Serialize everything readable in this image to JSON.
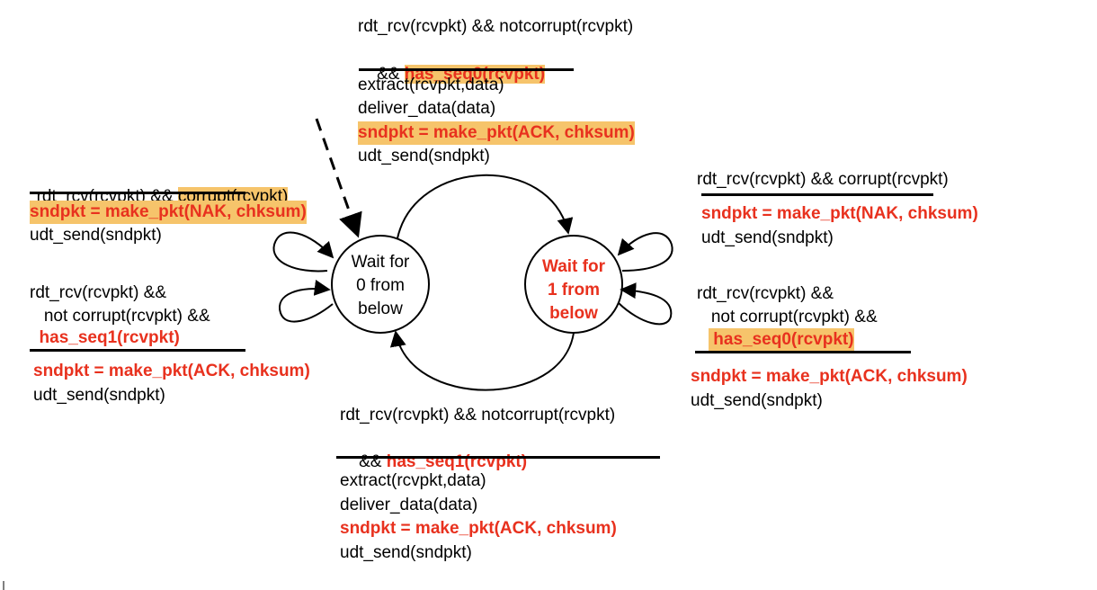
{
  "top": {
    "guard1": "rdt_rcv(rcvpkt) && notcorrupt(rcvpkt)",
    "guard2_prefix": "  && ",
    "guard2_hl": "has_seq0(rcvpkt)",
    "act1": "extract(rcvpkt,data)",
    "act2": "deliver_data(data)",
    "act3": "sndpkt = make_pkt(ACK, chksum)",
    "act4": "udt_send(sndpkt)"
  },
  "left_top": {
    "guard_prefix": "rdt_rcv(rcvpkt) && ",
    "guard_hl": "corrupt(rcvpkt)",
    "act1": "sndpkt = make_pkt(NAK, chksum)",
    "act2": "udt_send(sndpkt)"
  },
  "left_bottom": {
    "guard1": "rdt_rcv(rcvpkt) &&",
    "guard2": "   not corrupt(rcvpkt) &&",
    "guard3": "  has_seq1(rcvpkt)",
    "act1": "sndpkt = make_pkt(ACK, chksum)",
    "act2": "udt_send(sndpkt)"
  },
  "right_top": {
    "guard": "rdt_rcv(rcvpkt) && corrupt(rcvpkt)",
    "act1": "sndpkt = make_pkt(NAK, chksum)",
    "act2": "udt_send(sndpkt)"
  },
  "right_bottom": {
    "guard1": "rdt_rcv(rcvpkt) &&",
    "guard2": "   not corrupt(rcvpkt) &&",
    "guard3": " has_seq0(rcvpkt)",
    "act1": "sndpkt = make_pkt(ACK, chksum)",
    "act2": "udt_send(sndpkt)"
  },
  "bottom": {
    "guard1": "rdt_rcv(rcvpkt) && notcorrupt(rcvpkt)",
    "guard2_prefix": "  && ",
    "guard2_red": "has_seq1(rcvpkt)",
    "act1": "extract(rcvpkt,data)",
    "act2": "deliver_data(data)",
    "act3": "sndpkt = make_pkt(ACK, chksum)",
    "act4": "udt_send(sndpkt)"
  },
  "states": {
    "wait0": "Wait for\n0 from\nbelow",
    "wait1": "Wait for\n1 from\nbelow"
  }
}
